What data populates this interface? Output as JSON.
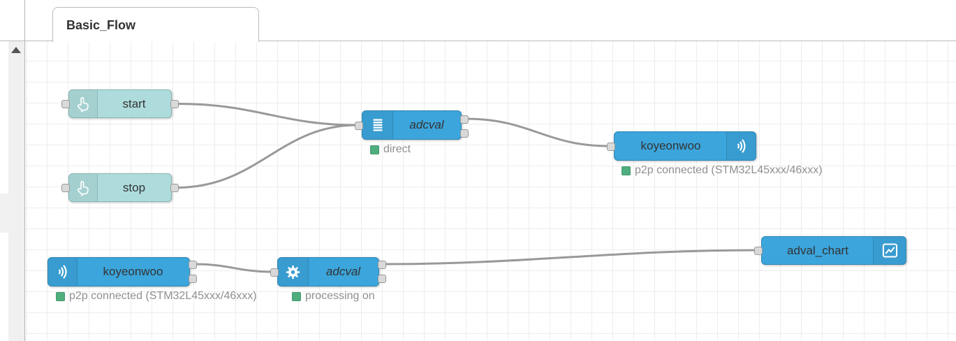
{
  "tab": {
    "label": "Basic_Flow"
  },
  "colors": {
    "node_blue": "#3ba5dc",
    "node_blue_border": "#2f86b3",
    "node_teal": "#aedcdc",
    "node_teal_border": "#88b5b5",
    "wire": "#999999",
    "status_green": "#4fae7d",
    "grid_line": "#ededed",
    "scrollbar_track": "#f0f0f0"
  },
  "nodes": [
    {
      "label": "start",
      "icon": "hand-press-icon",
      "status": ""
    },
    {
      "label": "stop",
      "icon": "hand-press-icon",
      "status": ""
    },
    {
      "label": "adcval",
      "icon": "list-icon",
      "status": "direct"
    },
    {
      "label": "koyeonwoo",
      "icon": "wireless-icon",
      "status": "p2p connected (STM32L45xxx/46xxx)"
    },
    {
      "label": "koyeonwoo",
      "icon": "wireless-icon",
      "status": "p2p connected (STM32L45xxx/46xxx)"
    },
    {
      "label": "adcval",
      "icon": "gear-icon",
      "status": "processing on"
    },
    {
      "label": "adval_chart",
      "icon": "chart-icon",
      "status": ""
    }
  ]
}
